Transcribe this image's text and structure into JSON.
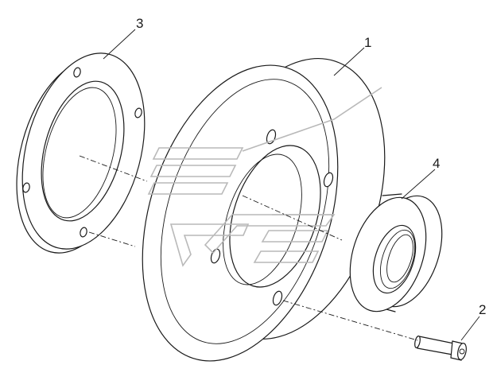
{
  "callouts": [
    {
      "id": "1",
      "label": "1",
      "part": "disc"
    },
    {
      "id": "2",
      "label": "2",
      "part": "screw"
    },
    {
      "id": "3",
      "label": "3",
      "part": "flange"
    },
    {
      "id": "4",
      "label": "4",
      "part": "bearing"
    }
  ],
  "colors": {
    "line": "#1a1a1a",
    "watermark": "#b9b9b9",
    "background": "#ffffff"
  },
  "watermark_icon": "striped-arrow-logo"
}
